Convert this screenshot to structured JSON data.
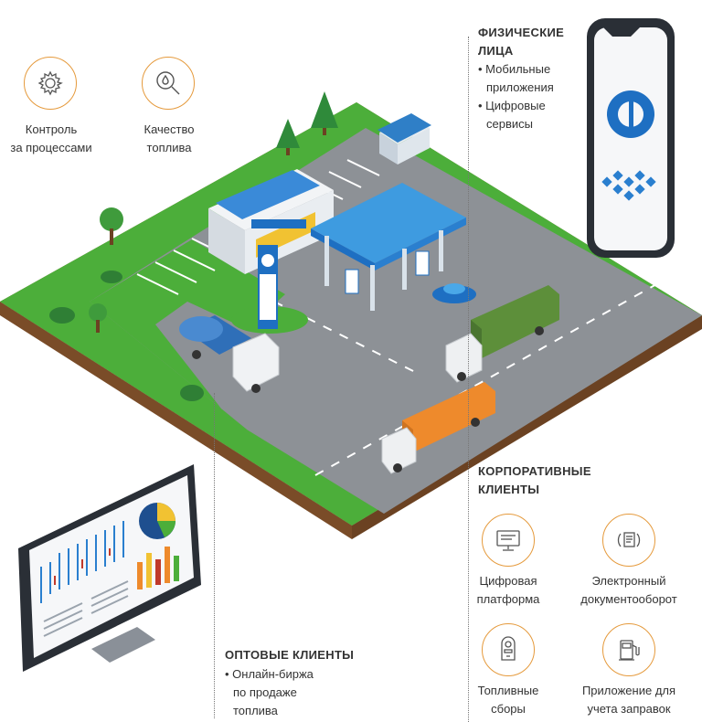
{
  "top_left": {
    "control": {
      "line1": "Контроль",
      "line2": "за процессами",
      "icon": "gear-icon"
    },
    "quality": {
      "line1": "Качество",
      "line2": "топлива",
      "icon": "fuel-quality-magnifier-icon"
    }
  },
  "individuals": {
    "title_line1": "ФИЗИЧЕСКИЕ",
    "title_line2": "ЛИЦА",
    "bullet1_line1": "• Мобильные",
    "bullet1_line2": "приложения",
    "bullet2_line1": "• Цифровые",
    "bullet2_line2": "сервисы"
  },
  "corporate": {
    "title_line1": "КОРПОРАТИВНЫЕ",
    "title_line2": "КЛИЕНТЫ",
    "items": [
      {
        "line1": "Цифровая",
        "line2": "платформа",
        "icon": "monitor-icon"
      },
      {
        "line1": "Электронный",
        "line2": "документооборот",
        "icon": "document-cycle-icon"
      },
      {
        "line1": "Топливные",
        "line2": "сборы",
        "icon": "fuel-meter-icon"
      },
      {
        "line1": "Приложение для",
        "line2": "учета заправок",
        "icon": "fuel-pump-icon"
      }
    ]
  },
  "wholesale": {
    "title": "ОПТОВЫЕ КЛИЕНТЫ",
    "bullet_line1": "• Онлайн-биржа",
    "bullet_line2": "по продаже",
    "bullet_line3": "топлива"
  },
  "colors": {
    "accent_orange": "#e59a3c",
    "brand_blue": "#1e6fc2",
    "grass_green": "#4cae3a",
    "asphalt": "#8d9196"
  }
}
